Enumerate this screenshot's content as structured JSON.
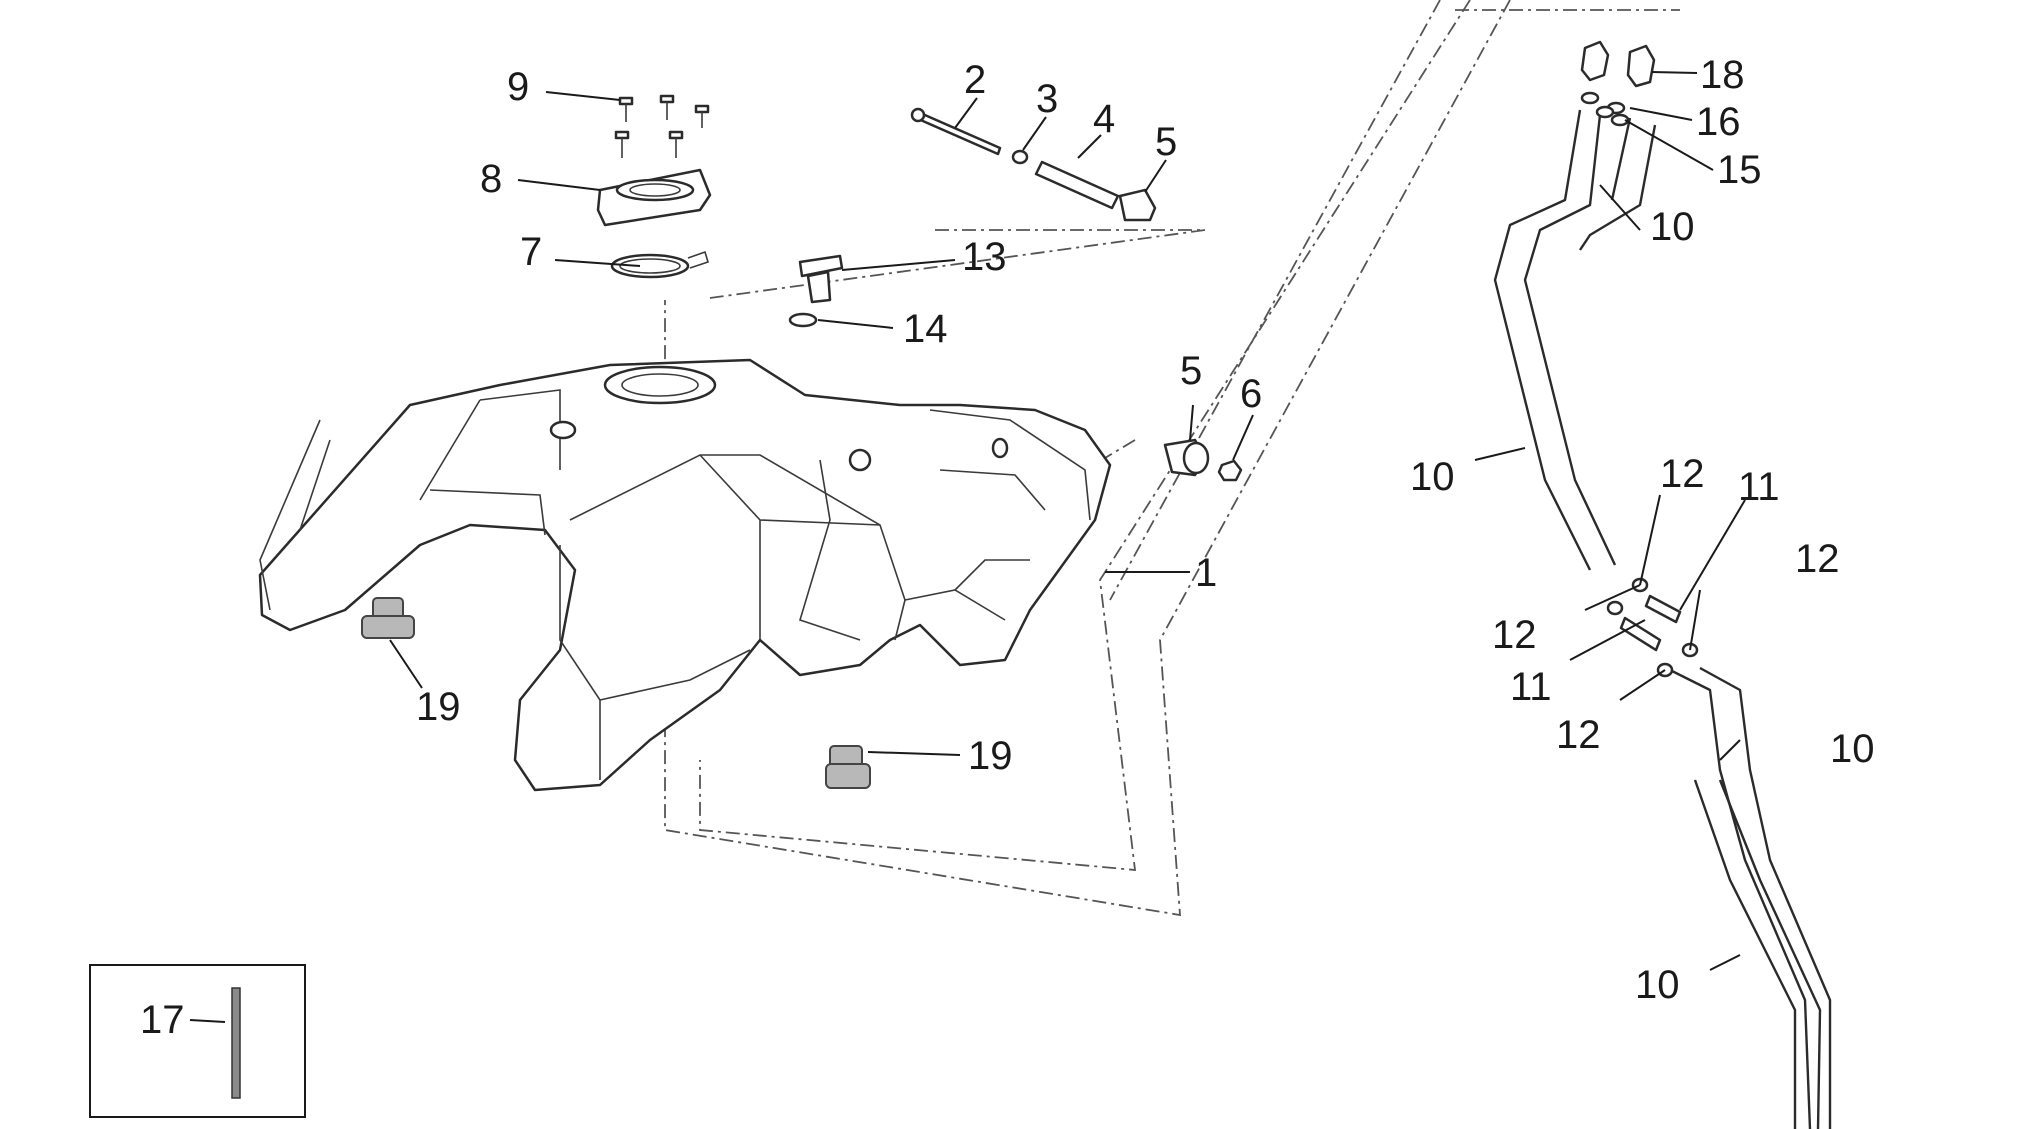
{
  "callouts": {
    "c1": "1",
    "c2": "2",
    "c3": "3",
    "c4": "4",
    "c5a": "5",
    "c5b": "5",
    "c6": "6",
    "c7": "7",
    "c8": "8",
    "c9": "9",
    "c10a": "10",
    "c10b": "10",
    "c10c": "10",
    "c10d": "10",
    "c11a": "11",
    "c11b": "11",
    "c12a": "12",
    "c12b": "12",
    "c12c": "12",
    "c12d": "12",
    "c13": "13",
    "c14": "14",
    "c15": "15",
    "c16": "16",
    "c17": "17",
    "c18": "18",
    "c19a": "19",
    "c19b": "19"
  }
}
